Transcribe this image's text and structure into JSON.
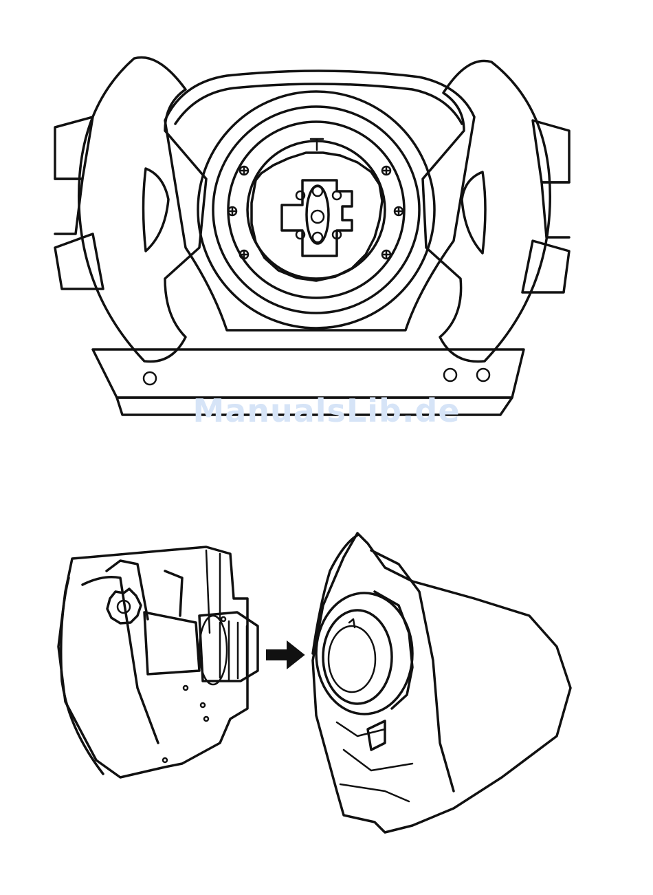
{
  "watermark": {
    "text": "ManualsLib.de",
    "color": "#d6e4f7"
  },
  "figures": [
    {
      "id": "wheel-front-view",
      "depicts": "steering-wheel-quick-release-hub"
    },
    {
      "id": "wheel-attach-to-base",
      "depicts": "wheel-mounting-onto-base"
    }
  ],
  "icons": {
    "arrow": "arrow-right-icon",
    "screw": "screw-icon"
  }
}
